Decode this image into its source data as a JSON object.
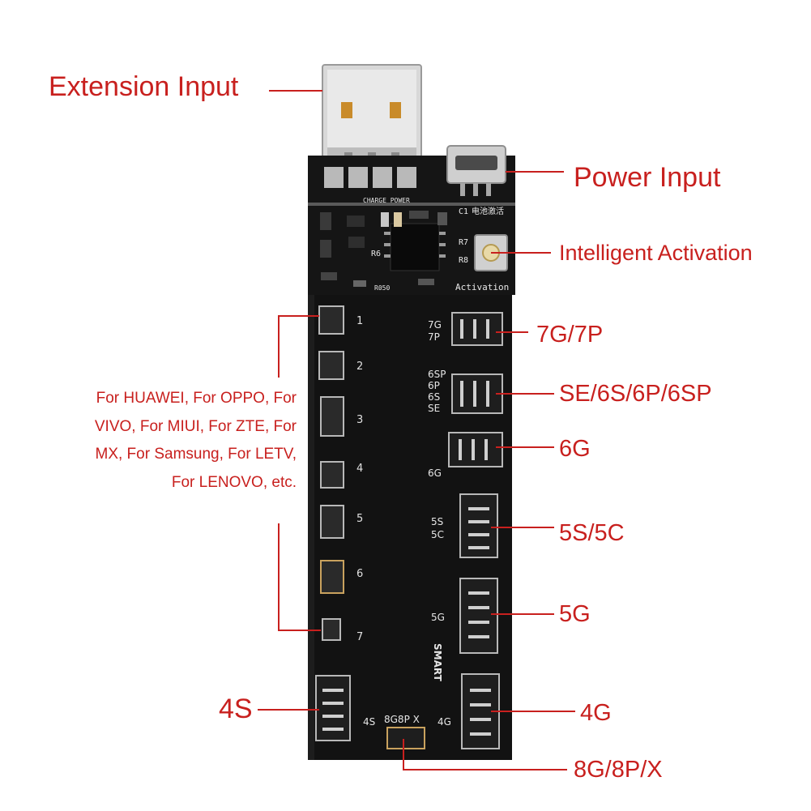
{
  "callouts": {
    "extension_input": "Extension Input",
    "power_input": "Power Input",
    "intelligent_activation": "Intelligent Activation",
    "c7": "7G/7P",
    "c6s": "SE/6S/6P/6SP",
    "c6g": "6G",
    "c5s": "5S/5C",
    "c5g": "5G",
    "c4g": "4G",
    "c4s": "4S",
    "c8g": "8G/8P/X"
  },
  "note_lines": [
    "For HUAWEI, For OPPO, For",
    "VIVO, For MIUI, For ZTE, For",
    "MX, For Samsung, For LETV,",
    "For LENOVO, etc."
  ],
  "board": {
    "charge_power": "CHARGE POWER",
    "activation": "Activation",
    "activation_cn": "电池激活",
    "c1": "C1",
    "smart": "SMART",
    "r7": "R7",
    "r8": "R8",
    "r6": "R6",
    "r050": "R050",
    "numbers": [
      "1",
      "2",
      "3",
      "4",
      "5",
      "6",
      "7"
    ],
    "conn_7": [
      "7G",
      "7P"
    ],
    "conn_6s": [
      "6SP",
      "6P",
      "6S",
      "SE"
    ],
    "conn_6g": "6G",
    "conn_5s": [
      "5S",
      "5C"
    ],
    "conn_5g": "5G",
    "conn_4s": "4S",
    "conn_4g": "4G",
    "conn_8g": "8G8P X"
  },
  "colors": {
    "accent_red": "#c8201e",
    "pcb": "#141414",
    "silkscreen": "#e6e6e6"
  }
}
